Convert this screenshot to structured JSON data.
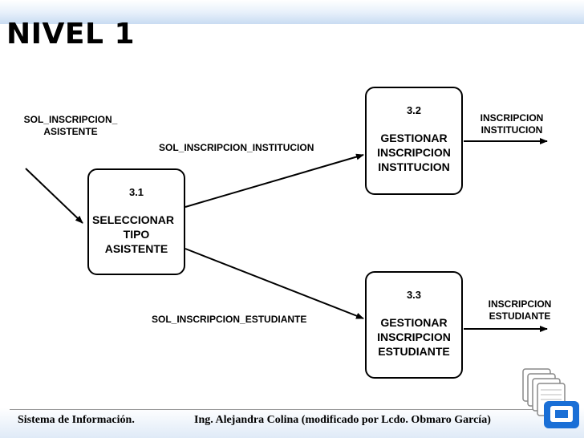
{
  "title": "NIVEL 1",
  "processes": [
    {
      "id": "3.1",
      "name_lines": [
        "SELECCIONAR",
        "TIPO",
        "ASISTENTE"
      ]
    },
    {
      "id": "3.2",
      "name_lines": [
        "GESTIONAR",
        "INSCRIPCION",
        "INSTITUCION"
      ]
    },
    {
      "id": "3.3",
      "name_lines": [
        "GESTIONAR",
        "INSCRIPCION",
        "ESTUDIANTE"
      ]
    }
  ],
  "flows": {
    "input": [
      "SOL_INSCRIPCION_",
      "ASISTENTE"
    ],
    "to_institucion": "SOL_INSCRIPCION_INSTITUCION",
    "to_estudiante": "SOL_INSCRIPCION_ESTUDIANTE",
    "out_institucion": [
      "INSCRIPCION",
      "INSTITUCION"
    ],
    "out_estudiante": [
      "INSCRIPCION",
      "ESTUDIANTE"
    ]
  },
  "footer": {
    "left": "Sistema de Información.",
    "right": "Ing. Alejandra Colina (modificado por Lcdo. Obmaro García)"
  },
  "colors": {
    "logo_blue": "#1a6fd6",
    "header_gradient": "#c9dcf2"
  },
  "icons": [
    "document-stack-logo-icon"
  ]
}
